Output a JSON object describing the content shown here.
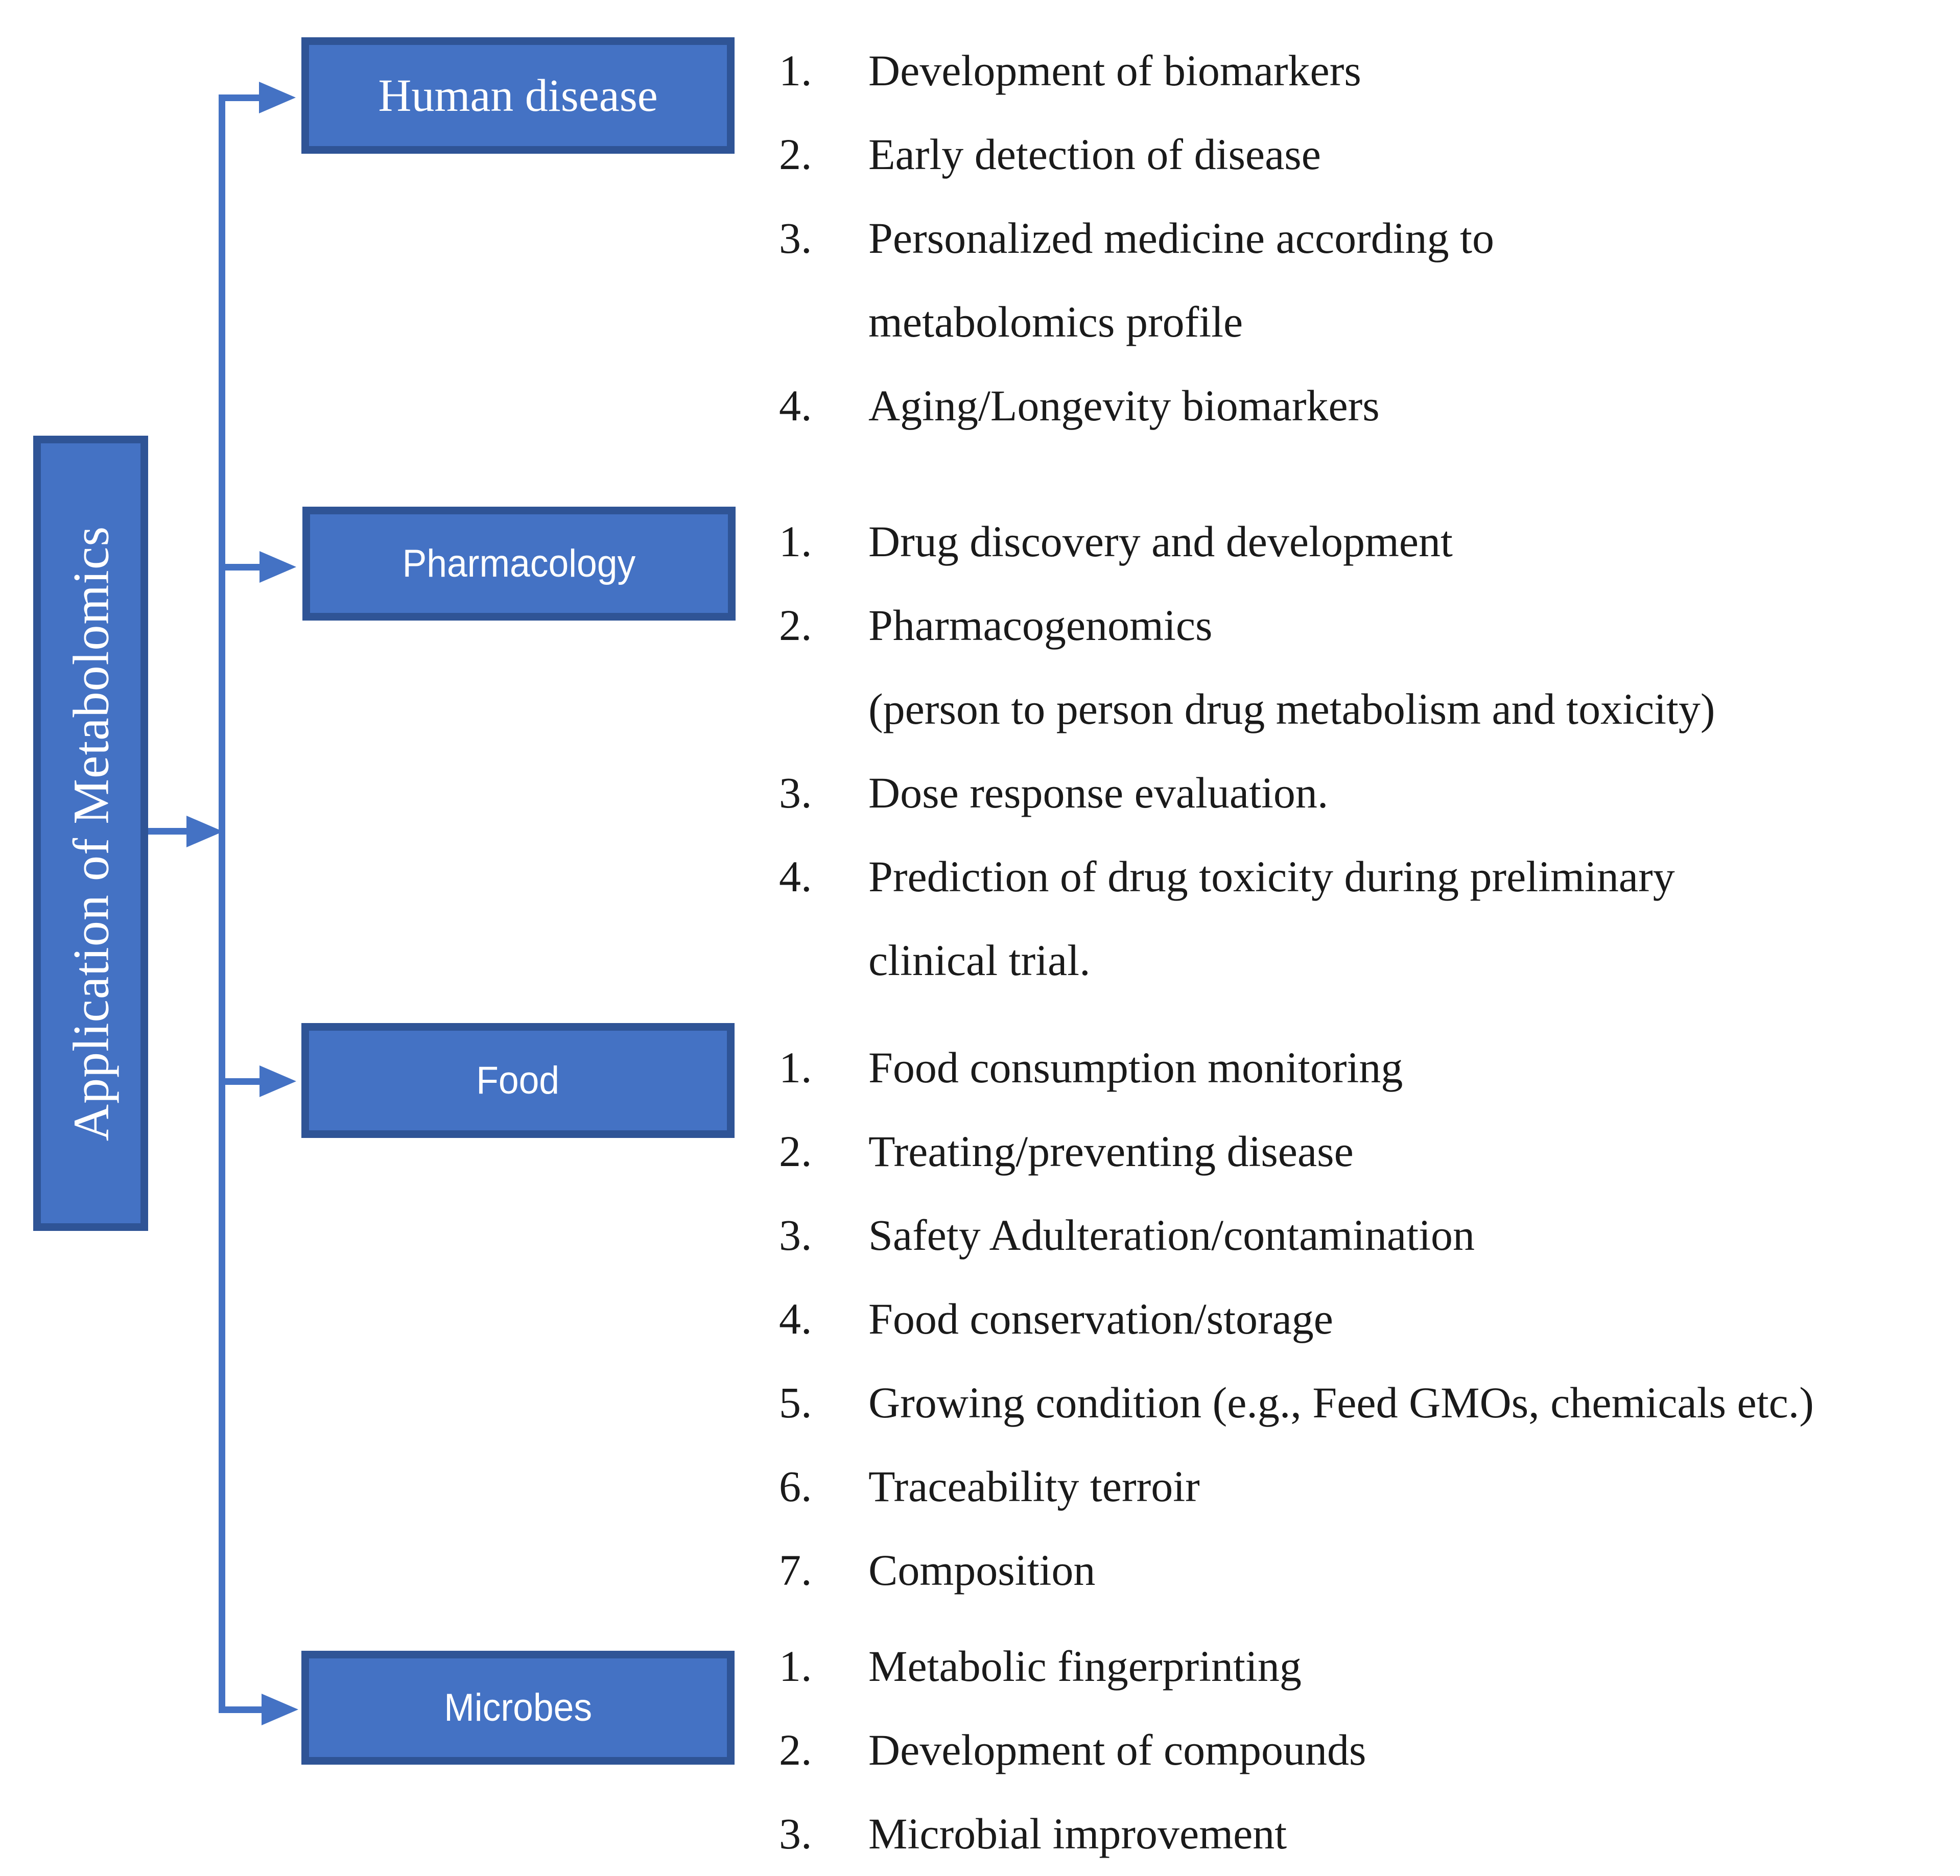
{
  "root_label": "Application of Metabolomics",
  "colors": {
    "box_fill": "#4472C4",
    "box_border": "#2F5496",
    "connector_line": "#4472C4",
    "list_text": "#1A1A1A",
    "box_label_text": "#FFFFFF",
    "background": "#FFFFFF"
  },
  "branches": [
    {
      "label": "Human disease",
      "items": [
        {
          "num": "1.",
          "text": "Development of biomarkers"
        },
        {
          "num": "2.",
          "text": "Early detection of disease"
        },
        {
          "num": "3.",
          "text": "Personalized medicine according to\nmetabolomics profile"
        },
        {
          "num": "4.",
          "text": "Aging/Longevity biomarkers"
        }
      ]
    },
    {
      "label": "Pharmacology",
      "items": [
        {
          "num": "1.",
          "text": "Drug discovery and development"
        },
        {
          "num": "2.",
          "text": "Pharmacogenomics\n(person to person drug metabolism and toxicity)"
        },
        {
          "num": "3.",
          "text": "Dose response evaluation."
        },
        {
          "num": "4.",
          "text": "Prediction of drug toxicity during preliminary\nclinical trial."
        }
      ]
    },
    {
      "label": "Food",
      "items": [
        {
          "num": "1.",
          "text": "Food consumption monitoring"
        },
        {
          "num": "2.",
          "text": "Treating/preventing disease"
        },
        {
          "num": "3.",
          "text": "Safety Adulteration/contamination"
        },
        {
          "num": "4.",
          "text": "Food conservation/storage"
        },
        {
          "num": "5.",
          "text": "Growing condition (e.g., Feed GMOs, chemicals etc.)"
        },
        {
          "num": "6.",
          "text": "Traceability terroir"
        },
        {
          "num": "7.",
          "text": "Composition"
        }
      ]
    },
    {
      "label": "Microbes",
      "items": [
        {
          "num": "1.",
          "text": "Metabolic fingerprinting"
        },
        {
          "num": "2.",
          "text": "Development of compounds"
        },
        {
          "num": "3.",
          "text": "Microbial improvement"
        }
      ]
    }
  ]
}
